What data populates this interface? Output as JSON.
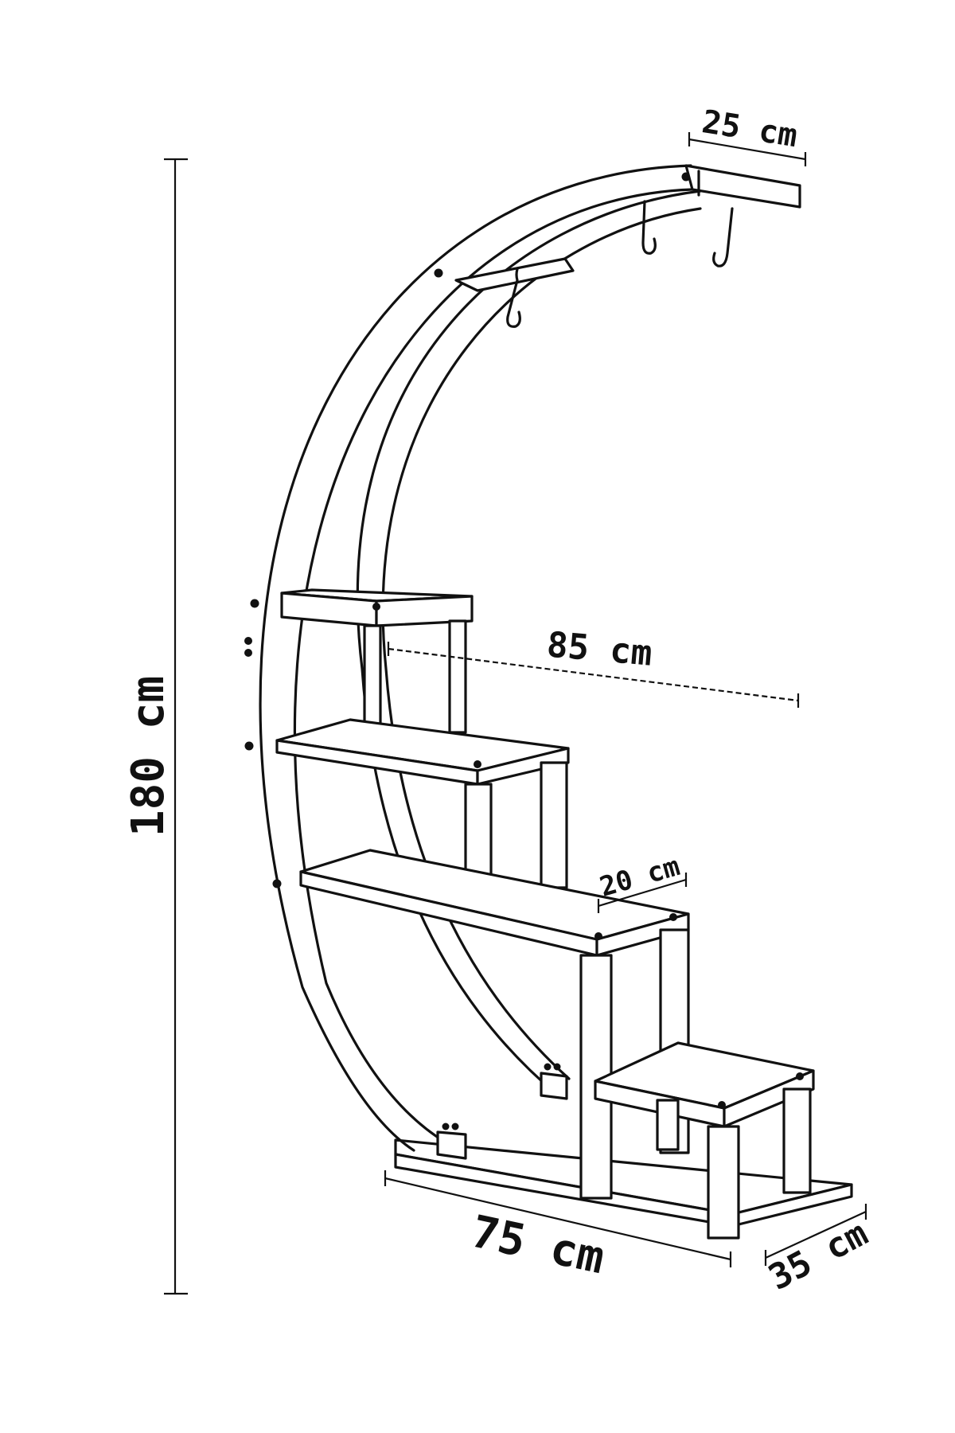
{
  "diagram": {
    "line_color": "#111111",
    "background": "#ffffff",
    "dimensions": {
      "height": "180 cm",
      "width": "75 cm",
      "depth": "35 cm",
      "shelf_span": "85 cm",
      "top_shelf": "25 cm",
      "step_depth": "20 cm"
    }
  }
}
